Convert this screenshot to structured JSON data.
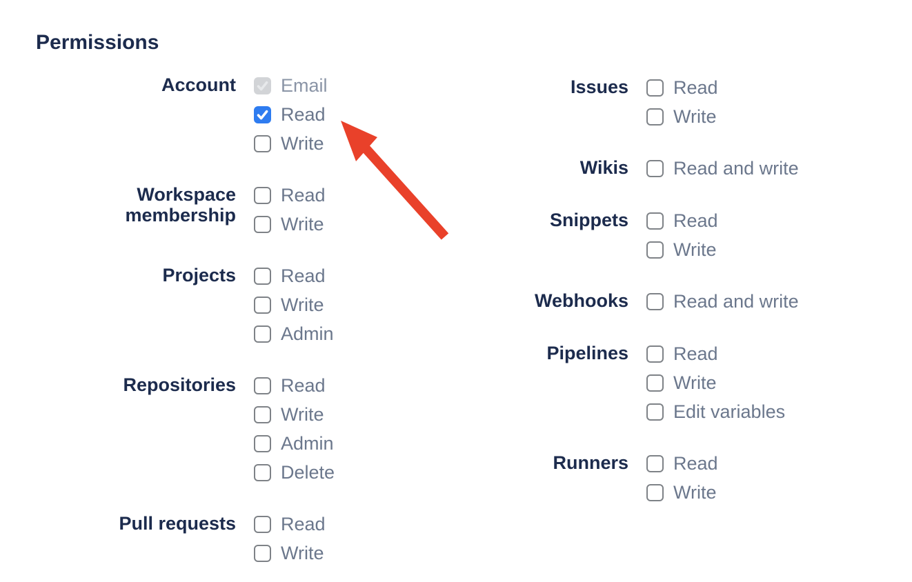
{
  "page": {
    "heading": "Permissions"
  },
  "colors": {
    "heading_navy": "#1C2B4D",
    "option_label_gray": "#6B778C",
    "checkbox_accent_blue": "#2E7CF0",
    "checkbox_disabled_gray": "#D2D4D7",
    "arrow_red": "#E9412A"
  },
  "annotation": {
    "arrow_color": "#E9412A"
  },
  "columns": [
    {
      "groups": [
        {
          "label": "Account",
          "options": [
            {
              "label": "Email",
              "state": "checked-disabled"
            },
            {
              "label": "Read",
              "state": "checked"
            },
            {
              "label": "Write",
              "state": "unchecked"
            }
          ]
        },
        {
          "label": "Workspace membership",
          "options": [
            {
              "label": "Read",
              "state": "unchecked"
            },
            {
              "label": "Write",
              "state": "unchecked"
            }
          ]
        },
        {
          "label": "Projects",
          "options": [
            {
              "label": "Read",
              "state": "unchecked"
            },
            {
              "label": "Write",
              "state": "unchecked"
            },
            {
              "label": "Admin",
              "state": "unchecked"
            }
          ]
        },
        {
          "label": "Repositories",
          "options": [
            {
              "label": "Read",
              "state": "unchecked"
            },
            {
              "label": "Write",
              "state": "unchecked"
            },
            {
              "label": "Admin",
              "state": "unchecked"
            },
            {
              "label": "Delete",
              "state": "unchecked"
            }
          ]
        },
        {
          "label": "Pull requests",
          "options": [
            {
              "label": "Read",
              "state": "unchecked"
            },
            {
              "label": "Write",
              "state": "unchecked"
            }
          ]
        }
      ]
    },
    {
      "groups": [
        {
          "label": "Issues",
          "options": [
            {
              "label": "Read",
              "state": "unchecked"
            },
            {
              "label": "Write",
              "state": "unchecked"
            }
          ]
        },
        {
          "label": "Wikis",
          "options": [
            {
              "label": "Read and write",
              "state": "unchecked"
            }
          ]
        },
        {
          "label": "Snippets",
          "options": [
            {
              "label": "Read",
              "state": "unchecked"
            },
            {
              "label": "Write",
              "state": "unchecked"
            }
          ]
        },
        {
          "label": "Webhooks",
          "options": [
            {
              "label": "Read and write",
              "state": "unchecked"
            }
          ]
        },
        {
          "label": "Pipelines",
          "options": [
            {
              "label": "Read",
              "state": "unchecked"
            },
            {
              "label": "Write",
              "state": "unchecked"
            },
            {
              "label": "Edit variables",
              "state": "unchecked"
            }
          ]
        },
        {
          "label": "Runners",
          "options": [
            {
              "label": "Read",
              "state": "unchecked"
            },
            {
              "label": "Write",
              "state": "unchecked"
            }
          ]
        }
      ]
    }
  ]
}
